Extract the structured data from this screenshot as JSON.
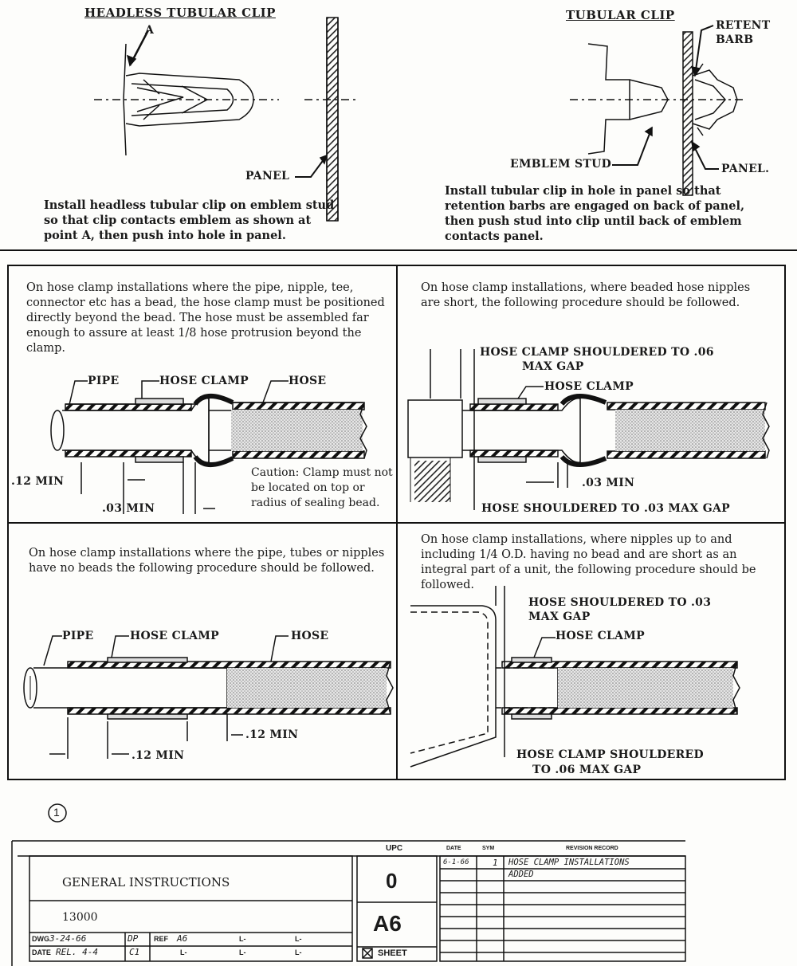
{
  "top_left": {
    "title": "HEADLESS TUBULAR CLIP",
    "label_a": "A",
    "label_panel": "PANEL",
    "caption": "Install headless tubular clip on emblem stud so that clip contacts emblem as shown at point A, then push into hole in panel."
  },
  "top_right": {
    "title": "TUBULAR CLIP",
    "label_retent": "RETENT",
    "label_barb": "BARB",
    "label_emblem_stud": "EMBLEM STUD",
    "label_panel": "PANEL.",
    "caption": "Install tubular clip in hole in panel so that retention barbs are engaged on back of panel, then push stud into clip until back of emblem contacts panel."
  },
  "box1": {
    "text": "On hose clamp installations where the pipe, nipple, tee, connector etc has a bead, the hose clamp must be positioned directly beyond the bead. The hose must be assembled far enough to assure at least 1/8 hose protrusion beyond the clamp.",
    "label_pipe": "PIPE",
    "label_hose_clamp": "HOSE CLAMP",
    "label_hose": "HOSE",
    "dim_12": ".12 MIN",
    "dim_03": ".03 MIN",
    "caution": "Caution: Clamp must not be located on top or radius of sealing bead."
  },
  "box2": {
    "text": "On hose clamp installations, where beaded hose nipples are short, the following procedure should be followed.",
    "label_shoulder_1": "HOSE CLAMP SHOULDERED TO .06",
    "label_shoulder_2": "MAX GAP",
    "label_hose_clamp": "HOSE CLAMP",
    "dim_03": ".03 MIN",
    "label_hose_shoulder": "HOSE SHOULDERED TO .03 MAX GAP"
  },
  "box3": {
    "text": "On hose clamp installations where the pipe, tubes or nipples have no beads the following procedure should be followed.",
    "label_pipe": "PIPE",
    "label_hose_clamp": "HOSE CLAMP",
    "label_hose": "HOSE",
    "dim_12a": ".12 MIN",
    "dim_12b": ".12 MIN"
  },
  "box4": {
    "text": "On hose clamp installations, where nipples up to and including 1/4 O.D. having no bead and are short as an integral part of a unit, the following procedure should be followed.",
    "label_hose_sh_1": "HOSE SHOULDERED TO .03",
    "label_hose_sh_2": "MAX GAP",
    "label_hose_clamp": "HOSE CLAMP",
    "label_clamp_sh_1": "HOSE CLAMP SHOULDERED",
    "label_clamp_sh_2": "TO .06 MAX GAP"
  },
  "sheet_mark": "1",
  "title_block": {
    "upc_header": "UPC",
    "title": "GENERAL INSTRUCTIONS",
    "number": "13000",
    "upc_value": "0",
    "page_code": "A6",
    "sheet_label": "SHEET",
    "dwg_label": "DWG",
    "dwg_date": "3-24-66",
    "dwg_initials": "DP",
    "ref_label": "REF",
    "ref_value": "A6",
    "l_marker": "L-",
    "date_label": "DATE",
    "date_value": "REL. 4-4",
    "date_code": "C1",
    "rev_date_header": "DATE",
    "rev_sym_header": "SYM",
    "rev_record_header": "REVISION RECORD",
    "rev_date": "6-1-66",
    "rev_sym": "1",
    "rev_line1": "HOSE CLAMP INSTALLATIONS",
    "rev_line2": "ADDED"
  }
}
